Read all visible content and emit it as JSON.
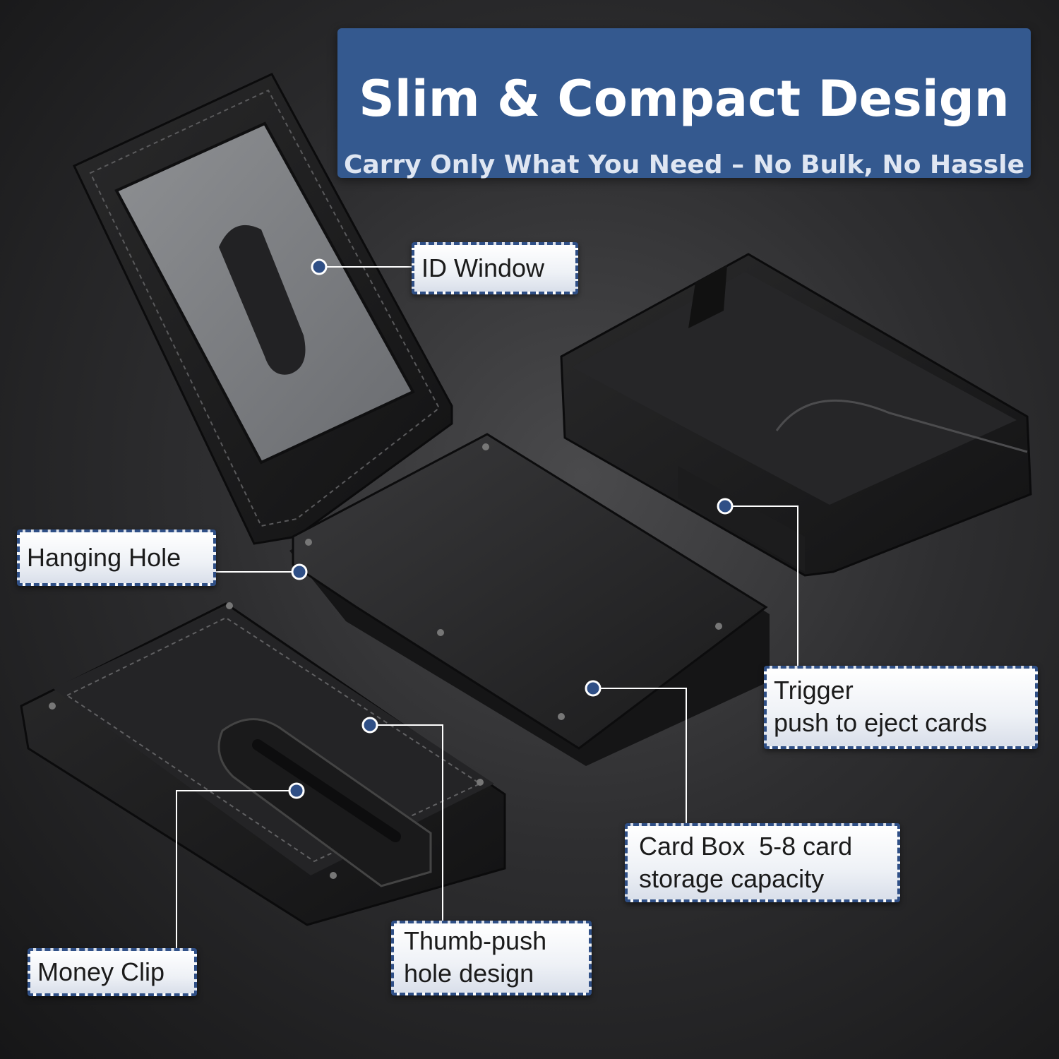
{
  "banner": {
    "title": "Slim & Compact Design",
    "subtitle": "Carry Only What You Need – No Bulk, No Hassle"
  },
  "callouts": {
    "id_window": "ID Window",
    "hanging_hole": "Hanging Hole",
    "trigger_line1": "Trigger",
    "trigger_line2": "push to eject cards",
    "card_box_line1": "Card Box  5-8 card",
    "card_box_line2": "storage capacity",
    "thumb_push_line1": "Thumb-push",
    "thumb_push_line2": "hole design",
    "money_clip": "Money Clip"
  },
  "colors": {
    "banner_blue": "#34598f",
    "callout_border": "#2f4f86",
    "marker_dot": "#2f4f86"
  }
}
